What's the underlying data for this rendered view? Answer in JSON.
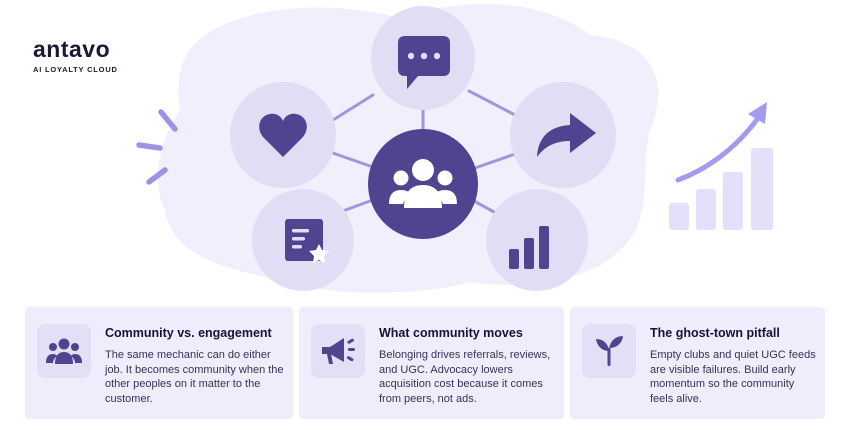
{
  "brand": {
    "name": "antavo",
    "tagline": "AI LOYALTY CLOUD"
  },
  "colors": {
    "primary": "#4e4490",
    "circle": "#e0ddf4",
    "blob": "#f1effc",
    "line": "#9e97e0",
    "accent": "#a29bef",
    "card_bg": "#efedfb"
  },
  "hero": {
    "center_icon": "people-group-icon",
    "orbit_icons": [
      "chat-bubble-icon",
      "heart-icon",
      "share-arrow-icon",
      "review-star-icon",
      "bar-chart-icon"
    ],
    "growth_chart_icon": "growth-chart-icon"
  },
  "cards": [
    {
      "icon": "people-group-icon",
      "title": "Community vs. engagement",
      "body": "The same mechanic can do either job. It becomes community when the other peoples on it matter to the customer."
    },
    {
      "icon": "megaphone-icon",
      "title": "What community moves",
      "body": "Belonging drives referrals, reviews, and UGC. Advocacy lowers acquisition cost because it comes from peers, not ads."
    },
    {
      "icon": "sprout-icon",
      "title": "The ghost-town pitfall",
      "body": "Empty clubs and quiet UGC feeds are visible failures. Build early momentum so the community feels alive."
    }
  ]
}
